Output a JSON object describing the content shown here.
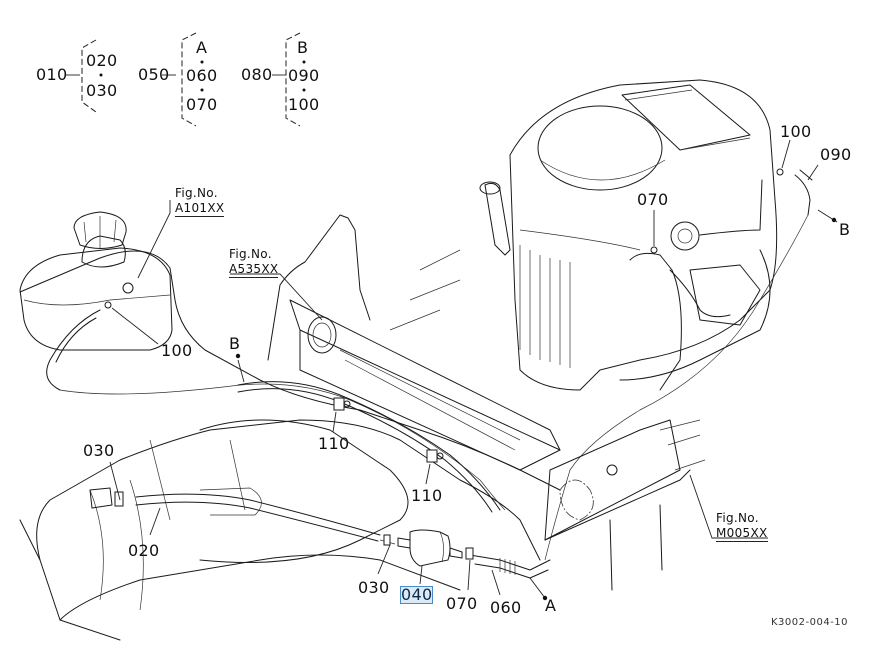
{
  "diagram": {
    "type": "parts-exploded-view",
    "drawing_code": "K3002-004-10",
    "legend_groups": [
      {
        "parent": "010",
        "children": [
          "020",
          "030"
        ],
        "header": ""
      },
      {
        "parent": "050",
        "children": [
          "060",
          "070"
        ],
        "header": "A"
      },
      {
        "parent": "080",
        "children": [
          "090",
          "100"
        ],
        "header": "B"
      }
    ],
    "figure_refs": [
      {
        "title": "Fig.No.",
        "number": "A101XX",
        "target": "fuel-tank"
      },
      {
        "title": "Fig.No.",
        "number": "A535XX",
        "target": "frame-bracket"
      },
      {
        "title": "Fig.No.",
        "number": "M005XX",
        "target": "mower-deck-frame"
      }
    ],
    "callouts": [
      {
        "id": "100",
        "text": "100",
        "target": "clamp-at-engine"
      },
      {
        "id": "090",
        "text": "090",
        "target": "hose-engine"
      },
      {
        "id": "B-right",
        "text": "B",
        "target": "connection-point-B"
      },
      {
        "id": "070-top",
        "text": "070",
        "target": "clamp-at-fuel-pump"
      },
      {
        "id": "100-left",
        "text": "100",
        "target": "clamp-at-tank"
      },
      {
        "id": "B-left",
        "text": "B",
        "target": "connection-point-B"
      },
      {
        "id": "110-a",
        "text": "110",
        "target": "hose-clip"
      },
      {
        "id": "110-b",
        "text": "110",
        "target": "hose-clip"
      },
      {
        "id": "030-left",
        "text": "030",
        "target": "clamp"
      },
      {
        "id": "020",
        "text": "020",
        "target": "fuel-hose"
      },
      {
        "id": "030-bottom",
        "text": "030",
        "target": "clamp"
      },
      {
        "id": "040",
        "text": "040",
        "target": "fuel-filter",
        "highlighted": true
      },
      {
        "id": "070-bottom",
        "text": "070",
        "target": "clamp"
      },
      {
        "id": "060",
        "text": "060",
        "target": "fuel-hose"
      },
      {
        "id": "A",
        "text": "A",
        "target": "connection-point-A"
      }
    ],
    "highlight_color": "#4a8ac6"
  }
}
